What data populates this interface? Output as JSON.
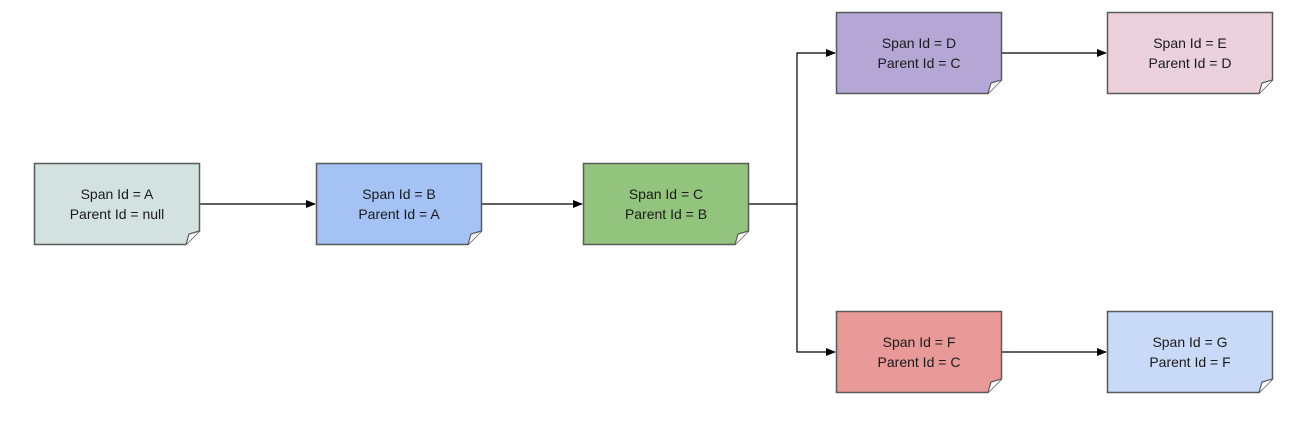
{
  "colors": {
    "a": "#d3e2e0",
    "b": "#a4c2f4",
    "c": "#93c47d",
    "d": "#b4a7d6",
    "e": "#ead1dc",
    "f": "#ea9999",
    "g": "#c9daf8",
    "border": "#595959",
    "edge": "#000000"
  },
  "nodes": {
    "a": {
      "span": "Span Id = A",
      "parent": "Parent Id = null"
    },
    "b": {
      "span": "Span Id = B",
      "parent": "Parent Id = A"
    },
    "c": {
      "span": "Span Id = C",
      "parent": "Parent Id = B"
    },
    "d": {
      "span": "Span Id = D",
      "parent": "Parent Id = C"
    },
    "e": {
      "span": "Span Id = E",
      "parent": "Parent Id = D"
    },
    "f": {
      "span": "Span Id = F",
      "parent": "Parent Id = C"
    },
    "g": {
      "span": "Span Id = G",
      "parent": "Parent Id = F"
    }
  }
}
